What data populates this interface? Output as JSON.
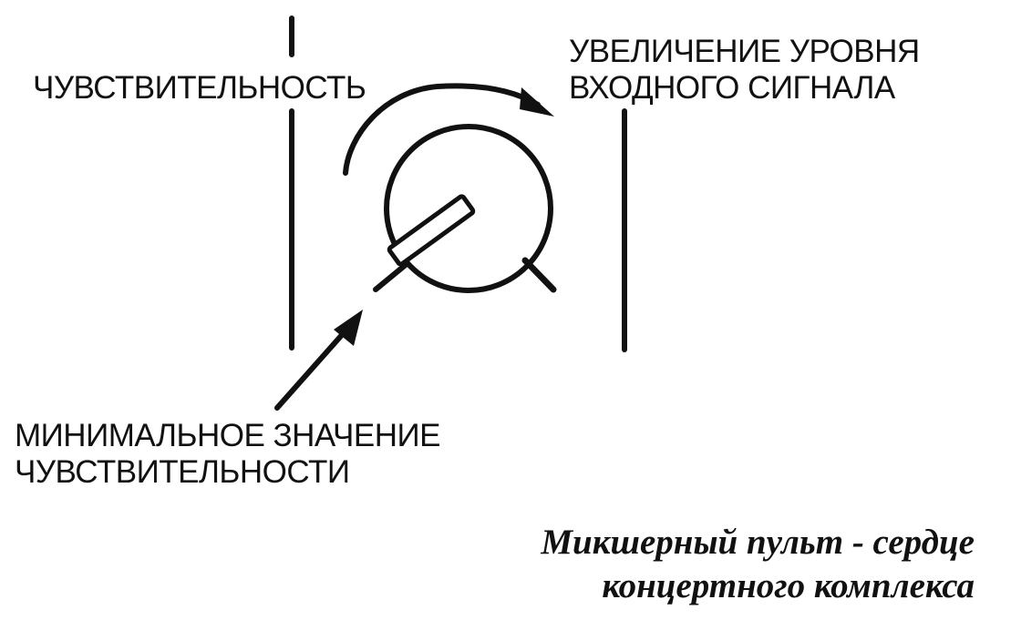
{
  "labels": {
    "sensitivity": "ЧУВСТВИТЕЛЬНОСТЬ",
    "increase_line1": "УВЕЛИЧЕНИЕ УРОВНЯ",
    "increase_line2": "ВХОДНОГО СИГНАЛА",
    "minimum_line1": "МИНИМАЛЬНОЕ ЗНАЧЕНИЕ",
    "minimum_line2": "ЧУВСТВИТЕЛЬНОСТИ"
  },
  "caption": {
    "line1": "Микшерный пульт - сердце",
    "line2": "концертного комплекса"
  },
  "colors": {
    "ink": "#111111",
    "background": "#ffffff"
  },
  "icons": {
    "knob": "rotary-knob-icon",
    "rotation_arrow": "curved-arrow-icon",
    "pointer_arrow": "straight-arrow-icon"
  }
}
